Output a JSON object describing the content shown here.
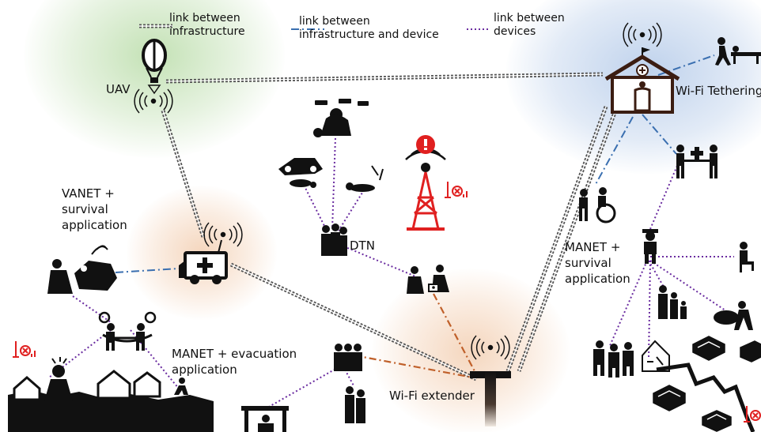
{
  "legend": {
    "infra": "link between\ninfrastructure",
    "infra_device": "link between\ninfrastructure and device",
    "devices": "link between\ndevices"
  },
  "labels": {
    "uav": "UAV",
    "wifi_tethering": "Wi-Fi Tethering",
    "dtn": "DTN",
    "vanet": "VANET +\nsurvival\napplication",
    "manet_survival": "MANET +\nsurvival\napplication",
    "manet_evac": "MANET + evacuation\napplication",
    "wifi_extender": "Wi-Fi extender"
  },
  "colors": {
    "infra_link": "#555555",
    "infra_device_link": "#3a6fb0",
    "device_link": "#6a2ca0",
    "extender_link": "#c0602a",
    "alert": "#e02020",
    "glow_green": "#b9dca8",
    "glow_blue": "#b8cdea",
    "glow_orange": "#f3cfb2"
  }
}
